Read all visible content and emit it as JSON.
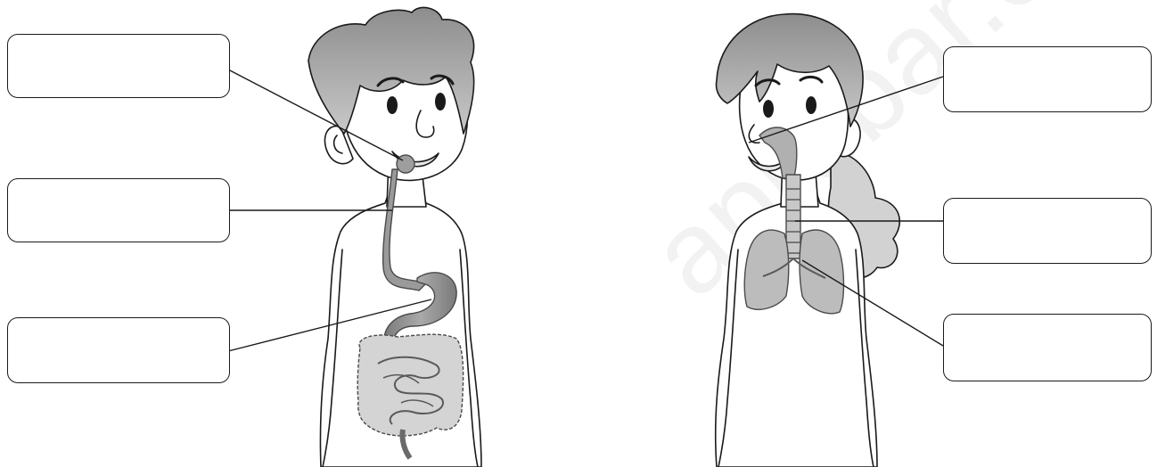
{
  "watermark": "aprobar.es",
  "figures": [
    {
      "id": "boy",
      "system": "digestive-system"
    },
    {
      "id": "girl",
      "system": "respiratory-system"
    }
  ],
  "label_boxes": [
    {
      "id": "boy-mouth-label",
      "text": ""
    },
    {
      "id": "boy-esophagus-label",
      "text": ""
    },
    {
      "id": "boy-stomach-label",
      "text": ""
    },
    {
      "id": "girl-nose-label",
      "text": ""
    },
    {
      "id": "girl-trachea-label",
      "text": ""
    },
    {
      "id": "girl-lungs-label",
      "text": ""
    }
  ],
  "colors": {
    "outline": "#1a1a1a",
    "hair": "#9a9a9a",
    "organ": "#8c8c8c",
    "organ_light": "#bdbdbd",
    "skin": "#ffffff"
  }
}
